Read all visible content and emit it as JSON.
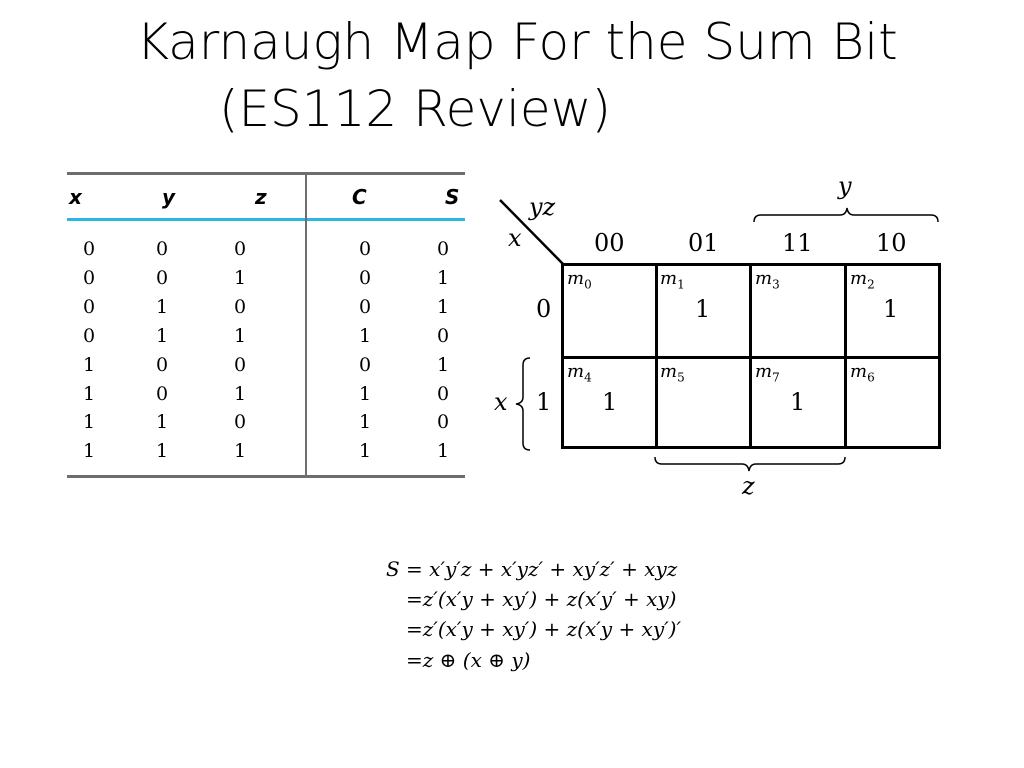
{
  "title": {
    "line1": "Karnaugh Map For the Sum Bit",
    "line2": "(ES112 Review)"
  },
  "truth_table": {
    "headers": [
      "x",
      "y",
      "z",
      "C",
      "S"
    ],
    "rows": [
      [
        "0",
        "0",
        "0",
        "0",
        "0"
      ],
      [
        "0",
        "0",
        "1",
        "0",
        "1"
      ],
      [
        "0",
        "1",
        "0",
        "0",
        "1"
      ],
      [
        "0",
        "1",
        "1",
        "1",
        "0"
      ],
      [
        "1",
        "0",
        "0",
        "0",
        "1"
      ],
      [
        "1",
        "0",
        "1",
        "1",
        "0"
      ],
      [
        "1",
        "1",
        "0",
        "1",
        "0"
      ],
      [
        "1",
        "1",
        "1",
        "1",
        "1"
      ]
    ]
  },
  "kmap": {
    "corner_col_var": "yz",
    "corner_row_var": "x",
    "col_labels": [
      "00",
      "01",
      "11",
      "10"
    ],
    "row_labels": [
      "0",
      "1"
    ],
    "top_brace_label": "y",
    "left_brace_label": "x",
    "bottom_brace_label": "z",
    "cells": [
      [
        {
          "m": "m",
          "sub": "0",
          "value": ""
        },
        {
          "m": "m",
          "sub": "1",
          "value": "1"
        },
        {
          "m": "m",
          "sub": "3",
          "value": ""
        },
        {
          "m": "m",
          "sub": "2",
          "value": "1"
        }
      ],
      [
        {
          "m": "m",
          "sub": "4",
          "value": "1"
        },
        {
          "m": "m",
          "sub": "5",
          "value": ""
        },
        {
          "m": "m",
          "sub": "7",
          "value": "1"
        },
        {
          "m": "m",
          "sub": "6",
          "value": ""
        }
      ]
    ]
  },
  "equations": [
    "S = x′y′z + x′yz′ + xy′z′ + xyz",
    "=z′(x′y + xy′) + z(x′y′ + xy)",
    "=z′(x′y + xy′) + z(x′y + xy′)′",
    "=z ⊕ (x ⊕ y)"
  ]
}
